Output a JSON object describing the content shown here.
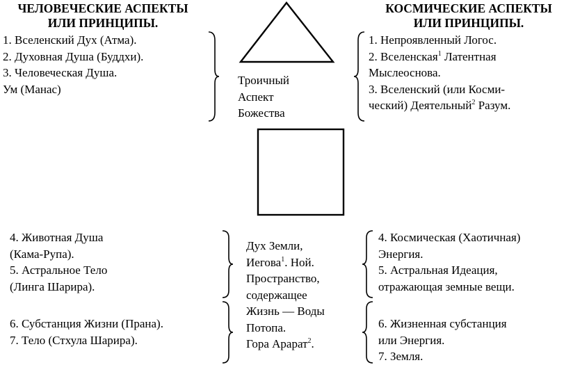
{
  "left_heading": [
    "ЧЕЛОВЕЧЕСКИЕ АСПЕКТЫ",
    "ИЛИ ПРИНЦИПЫ."
  ],
  "right_heading": [
    "КОСМИЧЕСКИЕ АСПЕКТЫ",
    "ИЛИ ПРИНЦИПЫ."
  ],
  "human_upper": [
    "1. Вселенский Дух (Атма).",
    "2. Духовная Душа (Буддхи).",
    "3. Человеческая Душа.",
    "Ум (Манас)"
  ],
  "triad_label": [
    "Троичный",
    "Аспект",
    "Божества"
  ],
  "cosmic_upper": {
    "l1": "1. Непроявленный Логос.",
    "l2a": "2. Вселенская",
    "l2sup": "1",
    "l2b": " Латентная",
    "l3": "Мыслеоснова.",
    "l4": "3. Вселенский (или Косми-",
    "l5a": "ческий) Деятельный",
    "l5sup": "2",
    "l5b": " Разум."
  },
  "human_lower_a": [
    "4. Животная Душа",
    "(Кама-Рупа).",
    "5. Астральное Тело",
    "(Линга Шарира)."
  ],
  "human_lower_b": [
    "6. Субстанция Жизни (Прана).",
    "7. Тело (Стхула Шарира)."
  ],
  "middle_lower": {
    "l1": "Дух Земли,",
    "l2a": "Иегова",
    "l2sup": "1",
    "l2b": ". Ной.",
    "l3": "Пространство,",
    "l4": "содержащее",
    "l5": "Жизнь — Воды",
    "l6": "Потопа.",
    "l7a": "Гора Арарат",
    "l7sup": "2",
    "l7b": "."
  },
  "cosmic_lower_a": [
    "4. Космическая (Хаотичная)",
    "Энергия.",
    "5. Астральная Идеация,",
    "отражающая земные вещи."
  ],
  "cosmic_lower_b": [
    "6. Жизненная субстанция",
    "или Энергия.",
    "7. Земля."
  ]
}
